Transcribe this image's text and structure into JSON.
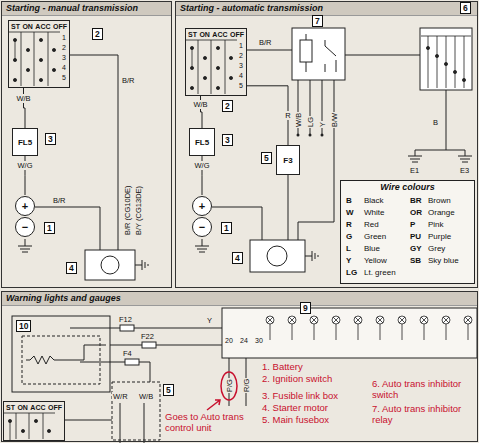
{
  "diagram": {
    "nodes": [
      {
        "text": [
          "Starting - manual transmission"
        ]
      },
      {
        "text": [
          "ST",
          "ON",
          "ACC",
          "OFF"
        ],
        "in": 0
      },
      {
        "text": [
          "FL5"
        ],
        "in": 0
      },
      {
        "text": [
          "+",
          "−"
        ],
        "in": 0
      },
      {
        "text": [
          "Starting - automatic transmission"
        ]
      },
      {
        "text": [
          "ST",
          "ON",
          "ACC",
          "OFF"
        ],
        "in": 4
      },
      {
        "text": [
          "FL5"
        ],
        "in": 4
      },
      {
        "text": [
          "F3"
        ],
        "in": 4
      },
      {
        "text": [
          "+",
          "−"
        ],
        "in": 4
      },
      {
        "text": [
          "Wire colours"
        ],
        "in": 4
      },
      {
        "text": [
          "Warning lights and gauges"
        ]
      },
      {
        "text": [
          "ST",
          "ON",
          "ACC",
          "OFF"
        ],
        "in": 10
      }
    ],
    "edges": [
      {
        "from": 1,
        "to": 2,
        "label": "W/B",
        "arrow": "none"
      },
      {
        "from": 2,
        "to": 3,
        "label": "W/G",
        "arrow": "none"
      },
      {
        "from": 5,
        "to": 6,
        "label": "W/B",
        "arrow": "none"
      },
      {
        "from": 6,
        "to": 8,
        "label": "W/G",
        "arrow": "none"
      },
      {
        "from": 5,
        "to": 7,
        "label": "R",
        "arrow": "none"
      }
    ],
    "labels": [
      "2",
      "3",
      "1",
      "4",
      "B/R",
      "B/R (CG10DE)",
      "B/Y (CG13DE)",
      "B/R",
      "1",
      "2",
      "3",
      "4",
      "5",
      "2",
      "3",
      "1",
      "4",
      "5",
      "7",
      "6",
      "1",
      "2",
      "3",
      "4",
      "5",
      "B/R",
      "W/B",
      "LG",
      "Y",
      "B/W",
      "B",
      "E1",
      "E3",
      "B",
      "Black",
      "BR",
      "Brown",
      "W",
      "White",
      "OR",
      "Orange",
      "R",
      "Red",
      "P",
      "Pink",
      "G",
      "Green",
      "PU",
      "Purple",
      "L",
      "Blue",
      "GY",
      "Grey",
      "Y",
      "Yellow",
      "SB",
      "Sky blue",
      "LG",
      "Lt. green",
      "10",
      "9",
      "F12",
      "F22",
      "F4",
      "Y",
      "20",
      "24",
      "30",
      "P/G",
      "R/G",
      "5",
      "W/R",
      "W/B",
      "1. Battery",
      "2. Ignition switch",
      "3. Fusible link box",
      "4. Starter motor",
      "5. Main fusebox",
      "6. Auto trans inhibitor switch",
      "7. Auto trans inhibitor relay",
      "Goes to Auto trans control unit"
    ]
  }
}
